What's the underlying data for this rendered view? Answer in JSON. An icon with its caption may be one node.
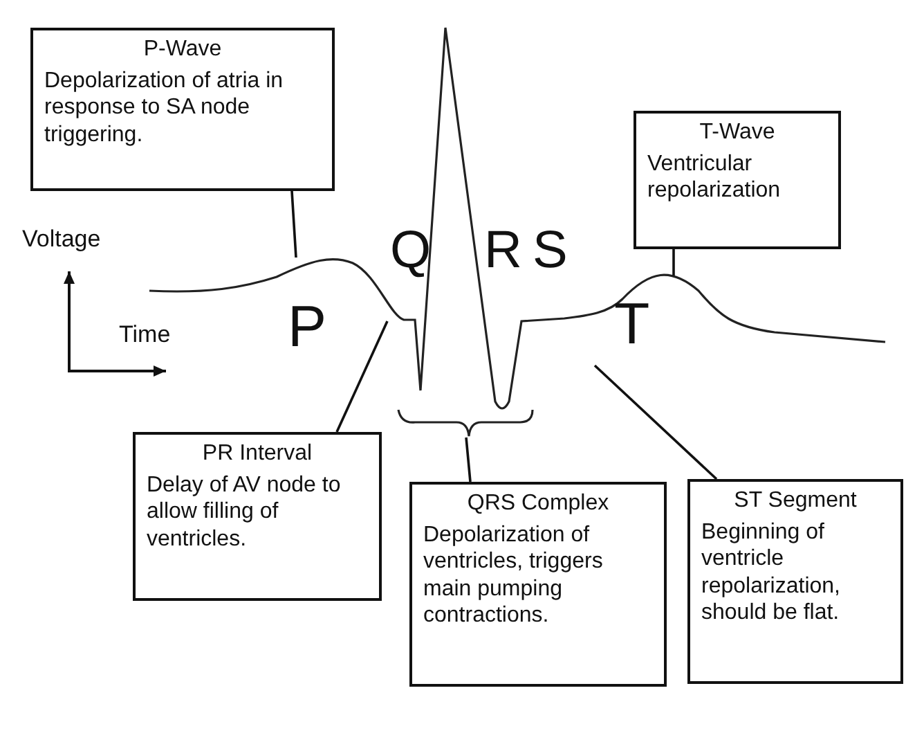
{
  "diagram": {
    "nodes": [
      {
        "text": [
          "P-Wave",
          "Depolarization of atria in response to SA node triggering."
        ]
      },
      {
        "text": [
          "T-Wave",
          "Ventricular repolarization"
        ]
      },
      {
        "text": [
          "PR Interval",
          "Delay of AV node to allow filling of ventricles."
        ]
      },
      {
        "text": [
          "QRS Complex",
          "Depolarization of ventricles, triggers main pumping contractions."
        ]
      },
      {
        "text": [
          "ST Segment",
          "Beginning of ventricle repolarization, should be flat."
        ]
      },
      {
        "text": [],
        "shape": "bracket"
      }
    ],
    "edges": [
      {
        "from": 0,
        "to": null,
        "arrow": "none"
      },
      {
        "from": 1,
        "to": null,
        "arrow": "none"
      },
      {
        "from": 2,
        "to": null,
        "arrow": "none"
      },
      {
        "from": 3,
        "to": 5,
        "arrow": "none"
      },
      {
        "from": 4,
        "to": null,
        "arrow": "none"
      }
    ],
    "labels": [
      "Voltage",
      "P",
      "Q",
      "R",
      "S",
      "Time",
      "T"
    ]
  }
}
